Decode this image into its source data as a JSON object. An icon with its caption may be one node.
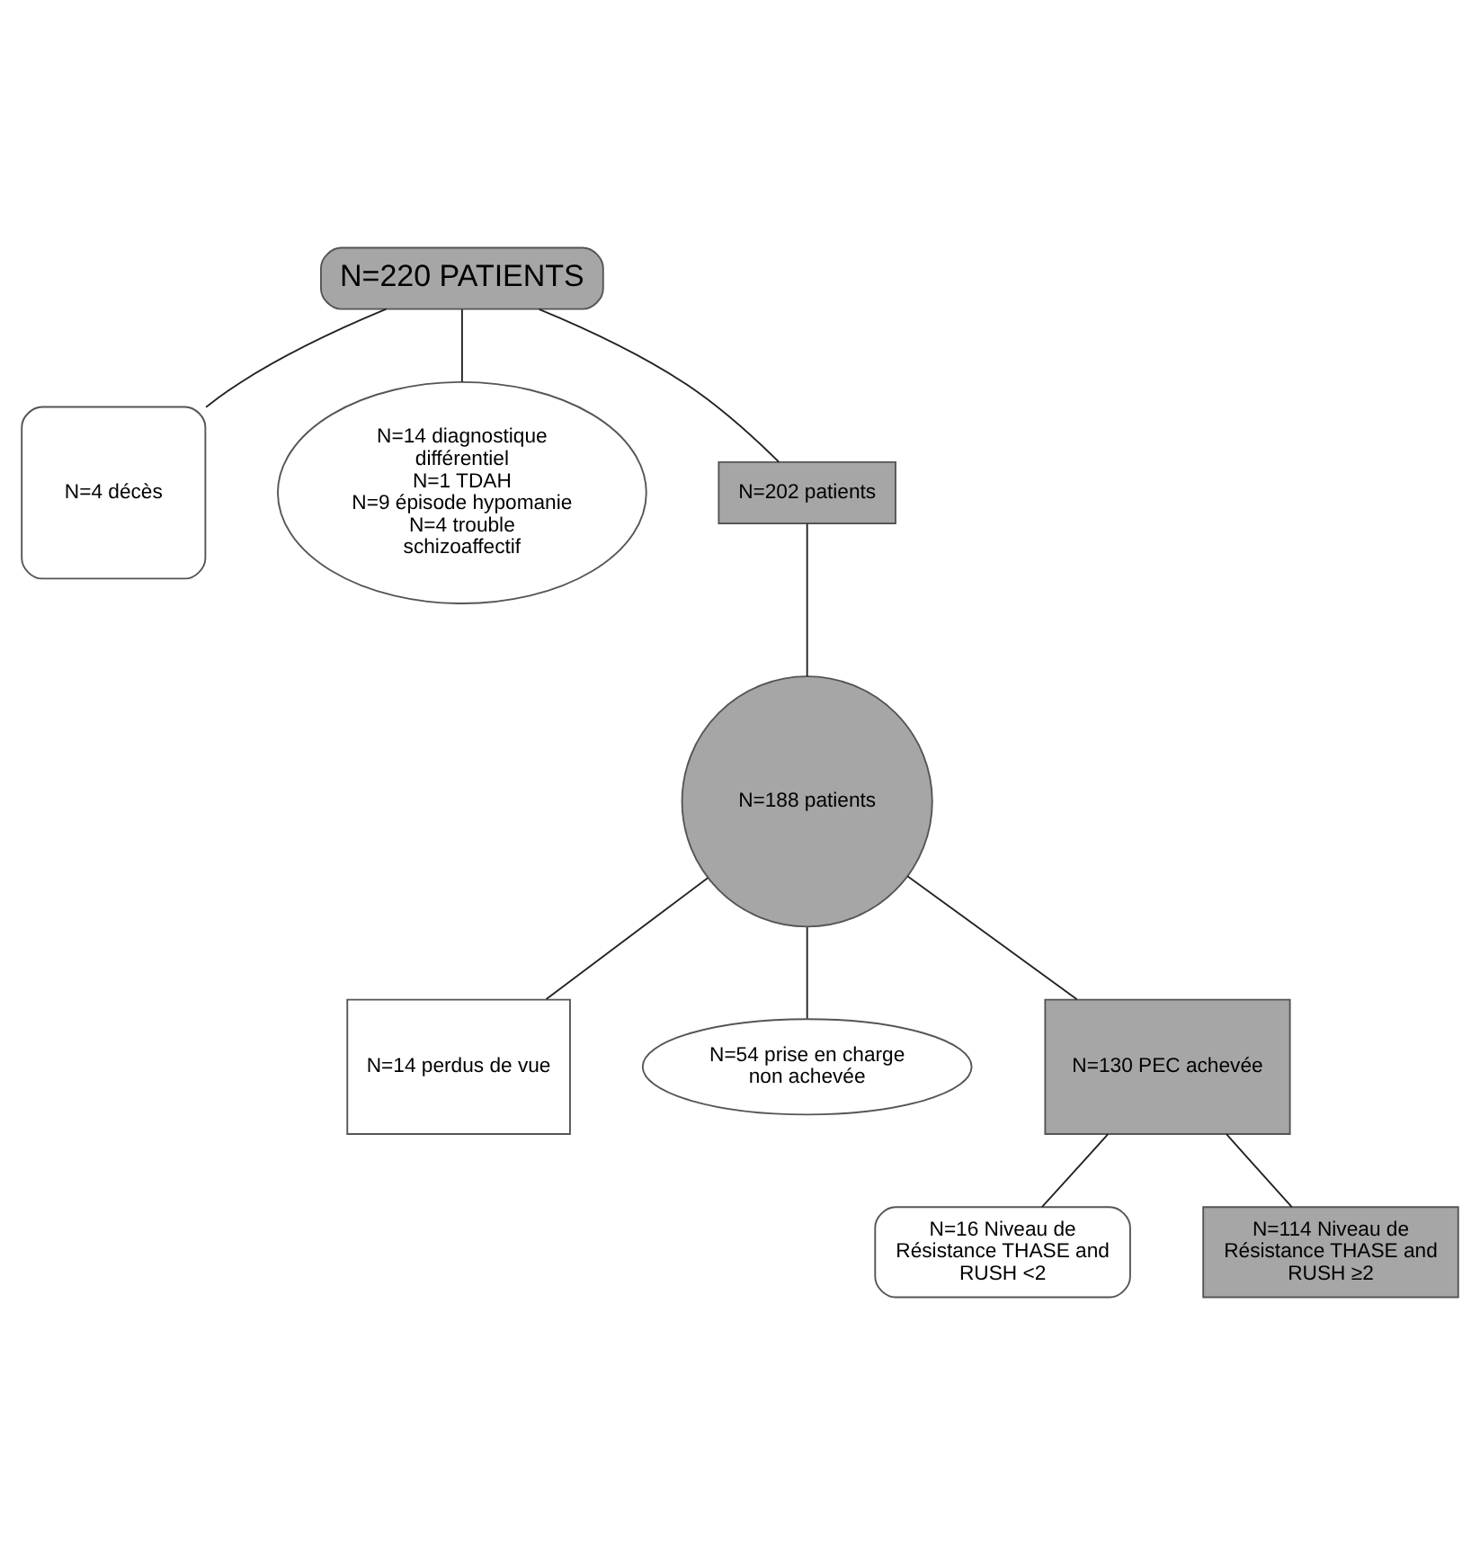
{
  "diagram": {
    "nodes": [
      {
        "text": [
          "N=220 PATIENTS"
        ]
      },
      {
        "text": [
          "N=4 décès"
        ]
      },
      {
        "text": [
          "N=14 diagnostique différentiel",
          "N=1 TDAH",
          "N=9 épisode hypomanie",
          "N=4 trouble schizoaffectif"
        ]
      },
      {
        "text": [
          "N=202 patients"
        ]
      },
      {
        "text": [
          "N=14 perdus de vue"
        ]
      },
      {
        "text": [
          "N=188 patients"
        ]
      },
      {
        "text": [
          "N=54 prise en charge non achevée"
        ]
      },
      {
        "text": [
          "N=130 PEC achevée"
        ]
      },
      {
        "text": [
          "N=16 Niveau de Résistance THASE and RUSH <2"
        ]
      },
      {
        "text": [
          "N=114 Niveau de Résistance THASE and RUSH ≥2"
        ]
      }
    ],
    "edges": [
      {
        "from": 0,
        "to": 1,
        "arrow": "none"
      },
      {
        "from": 0,
        "to": 2,
        "arrow": "none"
      },
      {
        "from": 0,
        "to": 3,
        "arrow": "none"
      },
      {
        "from": 3,
        "to": 5,
        "arrow": "none"
      },
      {
        "from": 5,
        "to": 4,
        "arrow": "none"
      },
      {
        "from": 5,
        "to": 6,
        "arrow": "none"
      },
      {
        "from": 5,
        "to": 7,
        "arrow": "none"
      },
      {
        "from": 7,
        "to": 8,
        "arrow": "none"
      },
      {
        "from": 7,
        "to": 9,
        "arrow": "none"
      }
    ]
  }
}
